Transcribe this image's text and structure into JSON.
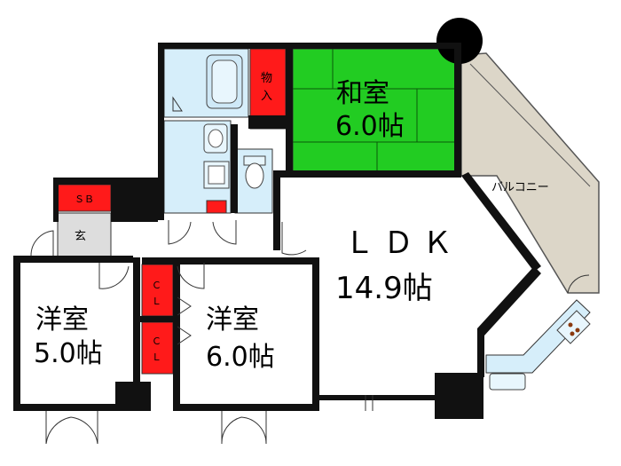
{
  "colors": {
    "wall": "#111111",
    "washi": "#22cc22",
    "storage": "#ff1a1a",
    "wet_area": "#d6eefa",
    "balcony": "#dcd6c8",
    "entry": "#dddddd",
    "floor": "#ffffff"
  },
  "rooms": {
    "washitsu_name": "和室",
    "washitsu_size": "6.0帖",
    "ldk_name": "ＬＤＫ",
    "ldk_size": "14.9帖",
    "youshitsu1_name": "洋室",
    "youshitsu1_size": "5.0帖",
    "youshitsu2_name": "洋室",
    "youshitsu2_size": "6.0帖"
  },
  "labels": {
    "balcony": "バルコニー",
    "storage_top1": "物",
    "storage_top2": "入",
    "shoe_box": "ＳＢ",
    "entrance": "玄",
    "closet1_a": "Ｃ",
    "closet1_b": "Ｌ",
    "closet2_a": "Ｃ",
    "closet2_b": "Ｌ"
  }
}
